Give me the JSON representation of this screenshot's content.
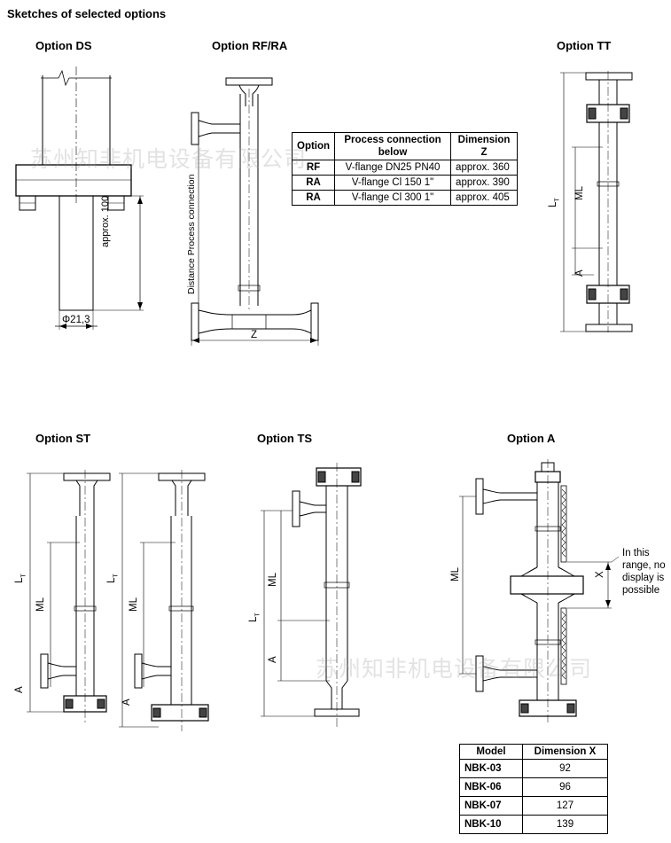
{
  "page_title": "Sketches of selected options",
  "sketches": {
    "ds": {
      "title": "Option DS",
      "dim_height": "approx. 100",
      "dim_diameter": "Φ21,3"
    },
    "rf_ra": {
      "title": "Option RF/RA",
      "dim_distance": "Distance Process connection",
      "dim_z": "Z"
    },
    "tt": {
      "title": "Option TT",
      "dim_ml": "ML",
      "dim_a": "A"
    },
    "st": {
      "title": "Option ST",
      "dim_ml": "ML",
      "dim_a": "A"
    },
    "ts": {
      "title": "Option TS",
      "dim_ml": "ML",
      "dim_a": "A"
    },
    "a": {
      "title": "Option A",
      "dim_ml": "ML",
      "dim_x": "X",
      "note": [
        "In this",
        "range, no",
        "display is",
        "possible"
      ]
    }
  },
  "dim_lt": {
    "main": "L",
    "sub": "T"
  },
  "option_table": {
    "headers": [
      "Option",
      "Process connection below",
      "Dimension Z"
    ],
    "rows": [
      [
        "RF",
        "V-flange DN25 PN40",
        "approx. 360"
      ],
      [
        "RA",
        "V-flange Cl 150 1\"",
        "approx. 390"
      ],
      [
        "RA",
        "V-flange Cl 300 1\"",
        "approx. 405"
      ]
    ]
  },
  "model_table": {
    "headers": [
      "Model",
      "Dimension X"
    ],
    "rows": [
      [
        "NBK-03",
        "92"
      ],
      [
        "NBK-06",
        "96"
      ],
      [
        "NBK-07",
        "127"
      ],
      [
        "NBK-10",
        "139"
      ]
    ]
  },
  "watermark": "苏州知非机电设备有限公司"
}
